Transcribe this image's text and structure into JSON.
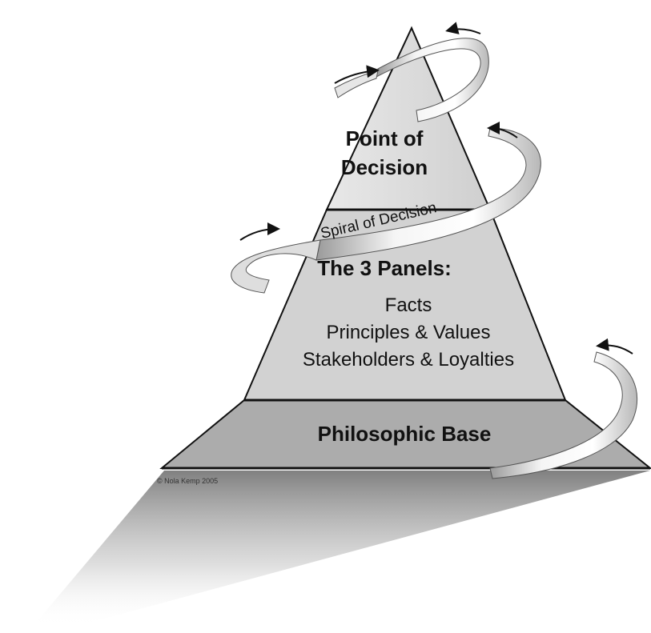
{
  "pyramid": {
    "apex_title_line1": "Point of",
    "apex_title_line2": "Decision",
    "middle_heading": "The 3 Panels:",
    "middle_items": [
      "Facts",
      "Principles & Values",
      "Stakeholders & Loyalties"
    ],
    "base_label": "Philosophic Base"
  },
  "spiral": {
    "label": "Spiral of Decision"
  },
  "copyright": "© Nola Kemp 2005",
  "colors": {
    "apex_fill": "#d9d9d9",
    "middle_fill": "#cfcfcf",
    "base_fill": "#a9a9a9",
    "outline": "#111111",
    "ribbon": "#f2f2f2"
  }
}
